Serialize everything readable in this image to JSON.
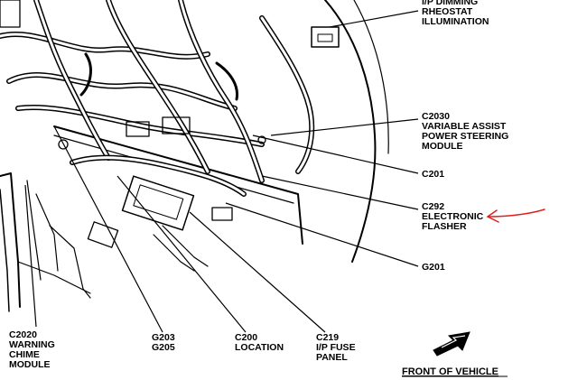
{
  "callouts": [
    {
      "id": "ip-dimming",
      "lines": [
        "I/P DIMMING",
        "RHEOSTAT",
        "ILLUMINATION"
      ]
    },
    {
      "id": "c2030",
      "lines": [
        "C2030",
        "VARIABLE ASSIST",
        "POWER STEERING",
        "MODULE"
      ]
    },
    {
      "id": "c201",
      "lines": [
        "C201"
      ]
    },
    {
      "id": "c292",
      "lines": [
        "C292",
        "ELECTRONIC",
        "FLASHER"
      ]
    },
    {
      "id": "g201",
      "lines": [
        "G201"
      ]
    },
    {
      "id": "c2020",
      "lines": [
        "C2020",
        "WARNING",
        "CHIME",
        "MODULE"
      ]
    },
    {
      "id": "g203",
      "lines": [
        "G203",
        "G205"
      ]
    },
    {
      "id": "c200",
      "lines": [
        "C200",
        "LOCATION"
      ]
    },
    {
      "id": "c219",
      "lines": [
        "C219",
        "I/P FUSE",
        "PANEL"
      ]
    }
  ],
  "front_of_vehicle": "FRONT OF VEHICLE",
  "colors": {
    "ink": "#000000",
    "annotation": "#e02020",
    "paper": "#ffffff"
  },
  "icons": {
    "front_arrow": "arrow-icon",
    "annotation_arrow": "red-arrow-icon"
  }
}
